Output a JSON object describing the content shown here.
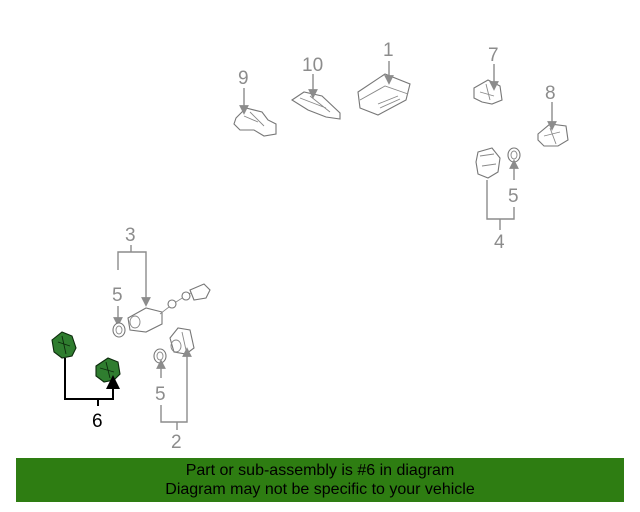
{
  "callouts": {
    "c1": "1",
    "c2": "2",
    "c3": "3",
    "c4": "4",
    "c5a": "5",
    "c5b": "5",
    "c5c": "5",
    "c6": "6",
    "c7": "7",
    "c8": "8",
    "c9": "9",
    "c10": "10"
  },
  "highlighted_part": "6",
  "colors": {
    "banner": "#2e7d12",
    "highlight": "#2f7d2f",
    "callout": "#8c8c8c"
  },
  "banner": {
    "line1": "Part or sub-assembly is #6 in diagram",
    "line2": "Diagram may not be specific to your vehicle"
  }
}
